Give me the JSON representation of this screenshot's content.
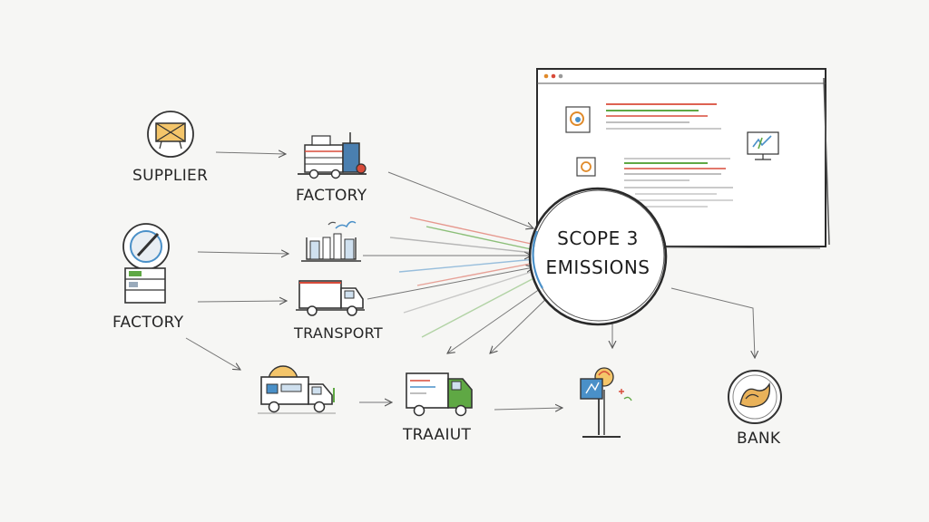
{
  "diagram": {
    "hub": {
      "line1": "SCOPE 3",
      "line2": "EMISSIONS"
    },
    "nodes": {
      "supplier": "SUPPLIER",
      "factory_top": "FACTORY",
      "factory_left": "FACTORY",
      "transport": "TRANSPORT",
      "traaiut": "TRAAIUT",
      "bank": "BANK"
    },
    "icons": {
      "supplier": "crate-icon",
      "factory_top": "factory-machine-icon",
      "factory_left": "factory-gauge-icon",
      "plant": "industrial-plant-icon",
      "transport": "truck-icon",
      "delivery_van": "delivery-van-icon",
      "traaiut": "box-truck-icon",
      "display": "display-stand-icon",
      "bank": "bank-coin-icon",
      "dashboard": "dashboard-window-icon"
    },
    "colors": {
      "ink": "#3a3a3a",
      "accent_orange": "#e08a2a",
      "accent_blue": "#4a90c8",
      "accent_green": "#5fa844",
      "accent_red": "#d84b3a"
    }
  }
}
